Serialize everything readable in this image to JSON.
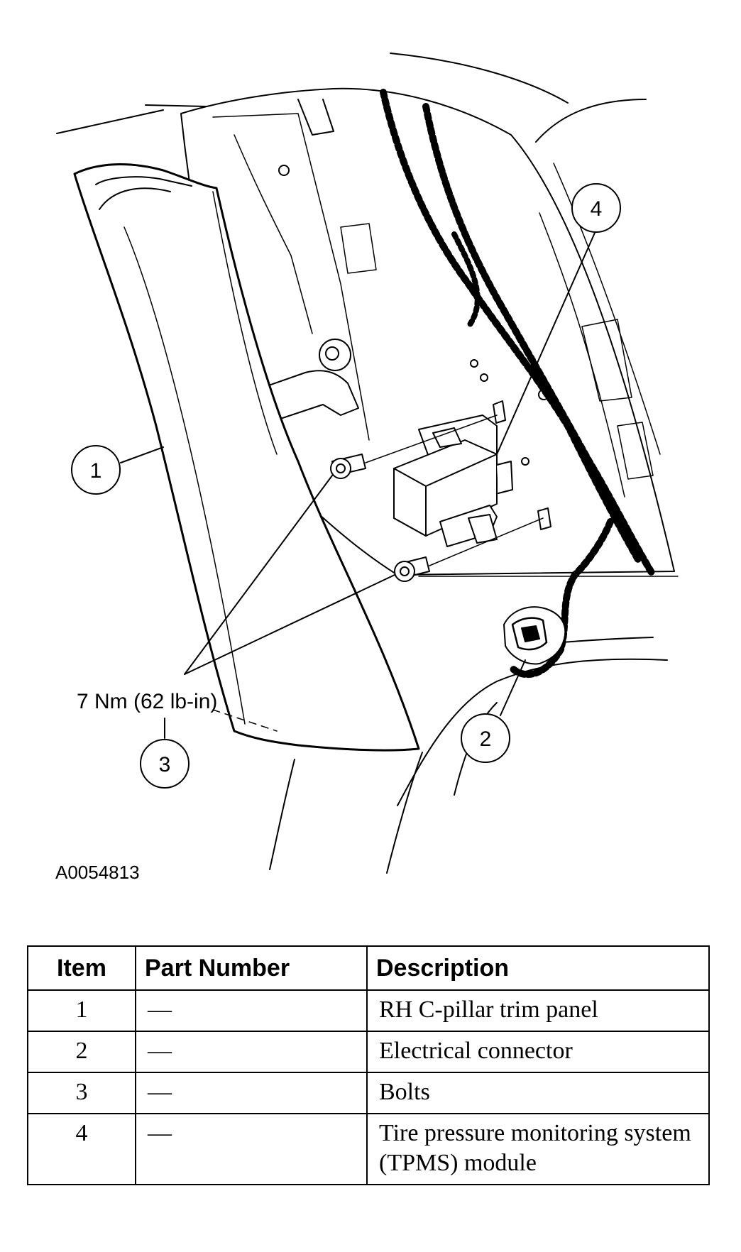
{
  "illustration": {
    "callouts": [
      "1",
      "2",
      "3",
      "4"
    ],
    "torque_spec": "7 Nm (62 lb-in)",
    "figure_id": "A0054813"
  },
  "table": {
    "headers": [
      "Item",
      "Part Number",
      "Description"
    ],
    "rows": [
      {
        "item": "1",
        "part_number": "—",
        "description": "RH C-pillar trim panel"
      },
      {
        "item": "2",
        "part_number": "—",
        "description": "Electrical connector"
      },
      {
        "item": "3",
        "part_number": "—",
        "description": "Bolts"
      },
      {
        "item": "4",
        "part_number": "—",
        "description": "Tire pressure monitoring system (TPMS) module"
      }
    ]
  }
}
